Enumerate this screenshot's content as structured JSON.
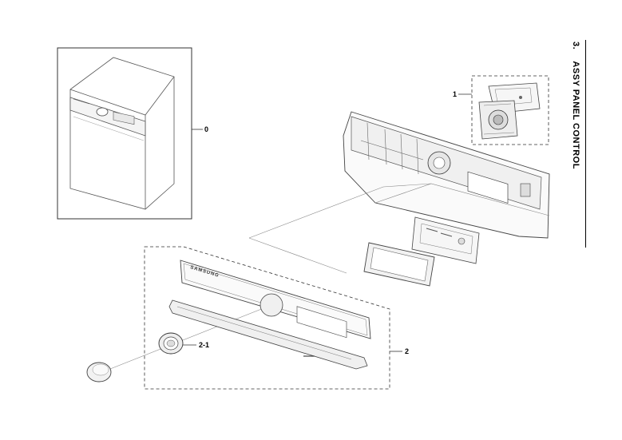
{
  "title": {
    "number": "3.",
    "text": "ASSY PANEL CONTROL"
  },
  "callouts": {
    "c0": "0",
    "c1": "1",
    "c2": "2",
    "c2_1": "2-1"
  },
  "panel": {
    "brand": "SAMSUNG"
  },
  "colors": {
    "line": "#333333",
    "light": "#888888",
    "fill": "#f2f2f2"
  }
}
